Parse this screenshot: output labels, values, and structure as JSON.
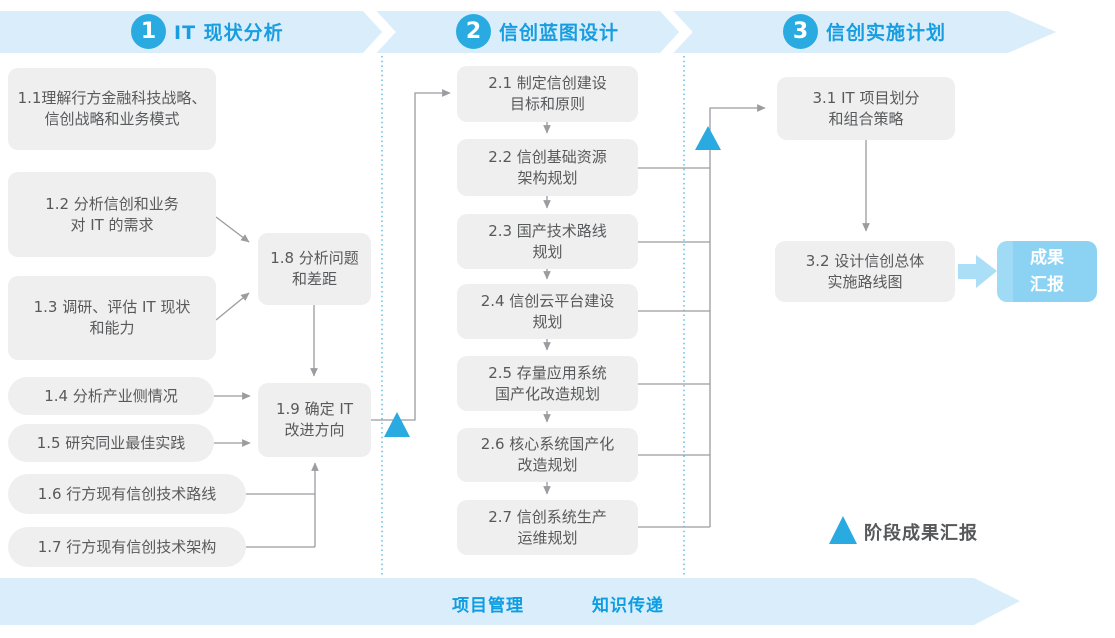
{
  "phases": [
    {
      "number": "1",
      "title": "IT 现状分析"
    },
    {
      "number": "2",
      "title": "信创蓝图设计"
    },
    {
      "number": "3",
      "title": "信创实施计划"
    }
  ],
  "phase1_steps": {
    "s1_1": "1.1理解行方金融科技战略、\n信创战略和业务模式",
    "s1_2": "1.2 分析信创和业务\n对 IT 的需求",
    "s1_3": "1.3 调研、评估 IT 现状\n和能力",
    "s1_4": "1.4 分析产业侧情况",
    "s1_5": "1.5 研究同业最佳实践",
    "s1_6": "1.6 行方现有信创技术路线",
    "s1_7": "1.7 行方现有信创技术架构",
    "s1_8": "1.8 分析问题\n和差距",
    "s1_9": "1.9 确定 IT\n改进方向"
  },
  "phase2_steps": {
    "s2_1": "2.1 制定信创建设\n目标和原则",
    "s2_2": "2.2 信创基础资源\n架构规划",
    "s2_3": "2.3 国产技术路线\n规划",
    "s2_4": "2.4 信创云平台建设\n规划",
    "s2_5": "2.5 存量应用系统\n国产化改造规划",
    "s2_6": "2.6 核心系统国产化\n改造规划",
    "s2_7": "2.7 信创系统生产\n运维规划"
  },
  "phase3_steps": {
    "s3_1": "3.1 IT 项目划分\n和组合策略",
    "s3_2": "3.2 设计信创总体\n实施路线图"
  },
  "result_box": "成果\n汇报",
  "legend": {
    "label": "阶段成果汇报"
  },
  "footer": {
    "left_label": "项目管理",
    "right_label": "知识传递"
  },
  "colors": {
    "accent_blue": "#29ABE2",
    "title_blue": "#189DE0",
    "banner_bg": "#D9EEFA",
    "box_bg": "#EFEFEF",
    "box_text": "#58595B",
    "line_gray": "#9C9CA0",
    "result_box_bg": "#8CD2F3",
    "fat_arrow_blue": "#ABDEF7"
  }
}
